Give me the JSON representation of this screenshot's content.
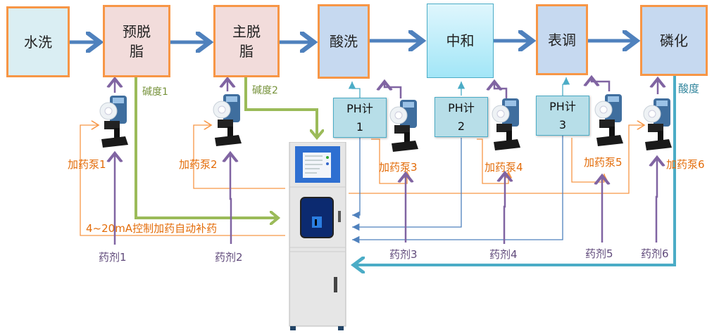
{
  "stages": [
    {
      "id": "water-wash",
      "label": "水洗"
    },
    {
      "id": "pre-degrease",
      "label": "预脱\n脂"
    },
    {
      "id": "main-degrease",
      "label": "主脱\n脂"
    },
    {
      "id": "pickling",
      "label": "酸洗"
    },
    {
      "id": "neutralize",
      "label": "中和"
    },
    {
      "id": "surface-adjust",
      "label": "表调"
    },
    {
      "id": "phosphating",
      "label": "磷化"
    }
  ],
  "ph_meters": [
    {
      "title": "PH计",
      "num": "1"
    },
    {
      "title": "PH计",
      "num": "2"
    },
    {
      "title": "PH计",
      "num": "3"
    }
  ],
  "pumps": [
    "加药泵1",
    "加药泵2",
    "加药泵3",
    "加药泵4",
    "加药泵5",
    "加药泵6"
  ],
  "chemicals": [
    "药剂1",
    "药剂2",
    "药剂3",
    "药剂4",
    "药剂5",
    "药剂6"
  ],
  "sensors": {
    "alkalinity1": "碱度1",
    "alkalinity2": "碱度2",
    "acidity": "酸度"
  },
  "control_label": "4~20mA控制加药自动补药",
  "colors": {
    "flow_arrow": "#4f81bd",
    "stage_border": "#f79646",
    "alkalinity_line": "#9bbb59",
    "chemical_line": "#8064a2",
    "control_line": "#f79646",
    "ph_signal_line": "#4f81bd",
    "acidity_line": "#4bacc6"
  }
}
